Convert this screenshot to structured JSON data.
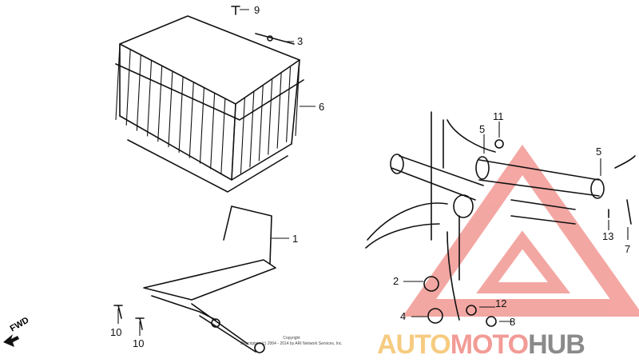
{
  "diagram": {
    "callouts": [
      "9",
      "3",
      "6",
      "1",
      "10",
      "10",
      "11",
      "5",
      "5",
      "13",
      "7",
      "2",
      "4",
      "12",
      "8"
    ],
    "direction_label": "FWD",
    "copyright_line1": "Copyright",
    "copyright_line2": "Description (c) 2004 - 2014 by ARI Network Services, Inc."
  },
  "watermark": {
    "part1": "AUTO",
    "part2": "MOTO",
    "part3": "HUB",
    "colors": {
      "auto": "#f5c36b",
      "moto": "#f08a84",
      "hub": "#8a8a8a",
      "triangle": "#f08a84"
    }
  }
}
